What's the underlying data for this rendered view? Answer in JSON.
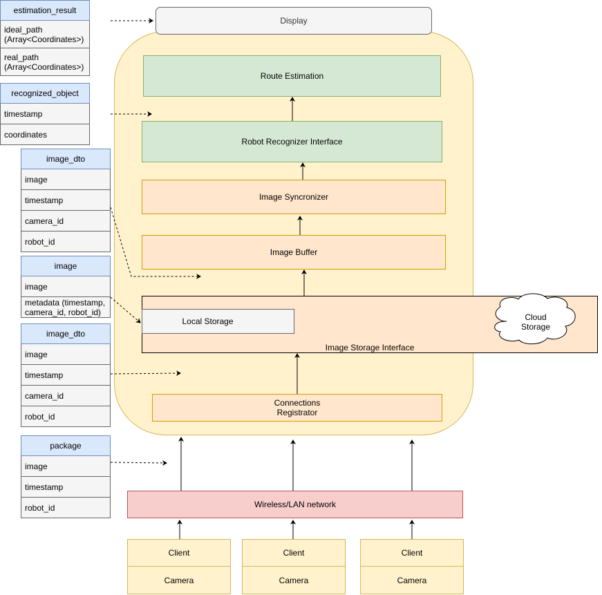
{
  "display": "Display",
  "system": {
    "route_estimation": "Route Estimation",
    "robot_recognizer": "Robot Recognizer Interface",
    "image_syncronizer": "Image Syncronizer",
    "image_buffer": "Image Buffer",
    "local_storage": "Local Storage",
    "cloud_storage": "Cloud\nStorage",
    "image_storage_interface": "Image Storage Interface",
    "connections_registrator": "Connections\nRegistrator"
  },
  "network": "Wireless/LAN network",
  "clients": [
    {
      "client": "Client",
      "camera": "Camera"
    },
    {
      "client": "Client",
      "camera": "Camera"
    },
    {
      "client": "Client",
      "camera": "Camera"
    }
  ],
  "entities": {
    "estimation_result": {
      "name": "estimation_result",
      "fields": [
        "ideal_path\n(Array<Coordinates>)",
        "real_path\n(Array<Coordinates>)"
      ]
    },
    "recognized_object": {
      "name": "recognized_object",
      "fields": [
        "timestamp",
        "coordinates"
      ]
    },
    "image_dto_1": {
      "name": "image_dto",
      "fields": [
        "image",
        "timestamp",
        "camera_id",
        "robot_id"
      ]
    },
    "image": {
      "name": "image",
      "fields": [
        "image",
        "metadata (timestamp,\ncamera_id, robot_id)"
      ]
    },
    "image_dto_2": {
      "name": "image_dto",
      "fields": [
        "image",
        "timestamp",
        "camera_id",
        "robot_id"
      ]
    },
    "package": {
      "name": "package",
      "fields": [
        "image",
        "timestamp",
        "robot_id"
      ]
    }
  },
  "colors": {
    "system_fill": "#fff2cc",
    "entity_head": "#dae8fc",
    "green": "#d5e8d4",
    "orange": "#ffe6cc",
    "red": "#f8cecc"
  }
}
